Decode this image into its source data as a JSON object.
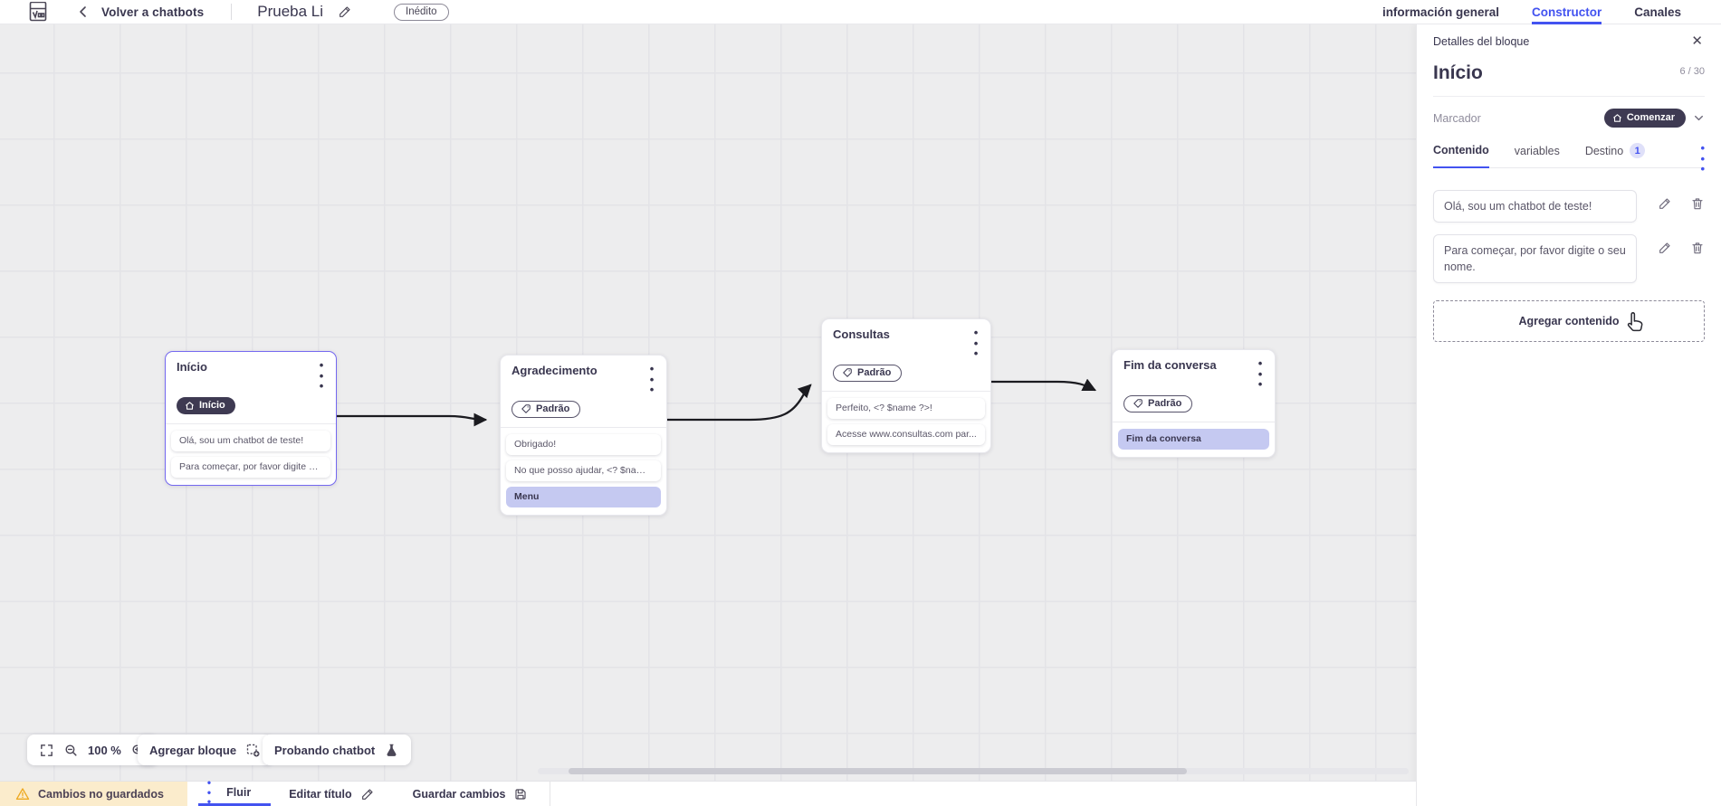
{
  "header": {
    "back_label": "Volver a chatbots",
    "title": "Prueba Li",
    "status_badge": "Inédito",
    "tabs": [
      {
        "label": "información general",
        "active": false
      },
      {
        "label": "Constructor",
        "active": true
      },
      {
        "label": "Canales",
        "active": false
      }
    ]
  },
  "canvas": {
    "blocks": [
      {
        "title": "Início",
        "badge": "Início",
        "selected": true,
        "rows": [
          "Olá, sou um chatbot de teste!",
          "Para começar, por favor digite o ..."
        ]
      },
      {
        "title": "Agradecimento",
        "badge": "Padrão",
        "rows": [
          "Obrigado!",
          "No que posso ajudar, <? $name ...",
          "Menu"
        ]
      },
      {
        "title": "Consultas",
        "badge": "Padrão",
        "rows": [
          "Perfeito, <? $name ?>!",
          "Acesse www.consultas.com par..."
        ]
      },
      {
        "title": "Fim da conversa",
        "badge": "Padrão",
        "rows": [
          "Fim da conversa"
        ]
      }
    ],
    "toolbar": {
      "zoom_level": "100 %",
      "add_block_label": "Agregar bloque",
      "test_label": "Probando chatbot"
    }
  },
  "panel": {
    "header_label": "Detalles del bloque",
    "block_name": "Início",
    "counter": "6 / 30",
    "marker_label": "Marcador",
    "marker_value": "Comenzar",
    "tabs": [
      {
        "label": "Contenido",
        "active": true
      },
      {
        "label": "variables",
        "active": false
      },
      {
        "label": "Destino",
        "badge": "1",
        "active": false
      }
    ],
    "contents": [
      "Olá, sou um chatbot de teste!",
      "Para começar, por favor digite o seu nome."
    ],
    "add_content_label": "Agregar contenido"
  },
  "statusbar": {
    "unsaved_label": "Cambios no guardados",
    "flow_tab": "Fluir",
    "edit_title_label": "Editar título",
    "save_label": "Guardar cambios"
  },
  "icons": {
    "dots": "•\n•\n•",
    "close": "✕"
  },
  "colors": {
    "accent": "#4353f0",
    "selected_border": "#7468f0",
    "highlight_row": "#c5c9f1",
    "badge_dark": "#3e3a52",
    "warning_bg": "#fbeccc",
    "warning_icon": "#eda922",
    "canvas_bg": "#ededee",
    "text_dark": "#39364f"
  }
}
